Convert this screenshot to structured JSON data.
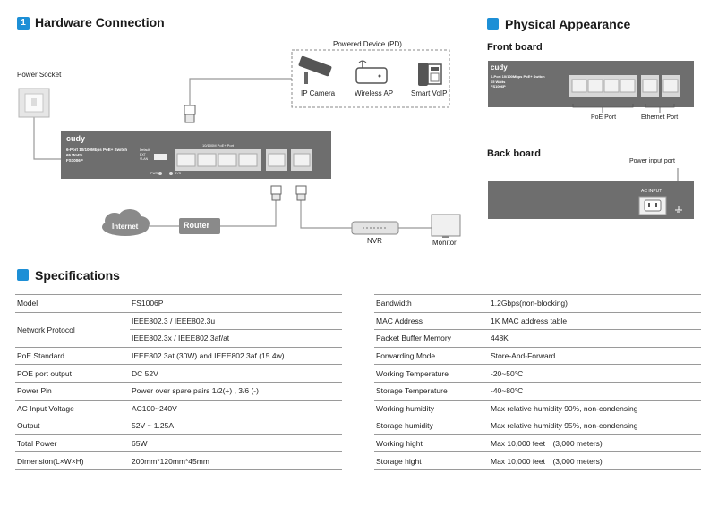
{
  "hardware": {
    "number": "1",
    "title": "Hardware Connection",
    "power_socket": "Power Socket",
    "powered_device": "Powered Device (PD)",
    "ip_camera": "IP Camera",
    "wireless_ap": "Wireless AP",
    "smart_voip": "Smart VoIP",
    "internet": "Internet",
    "router": "Router",
    "nvr": "NVR",
    "monitor": "Monitor",
    "switch": {
      "brand": "cudy",
      "line1": "6-Port 10/100Mbps PoE+ Switch",
      "line2": "65 Watts",
      "model": "FS1006P",
      "poe_label": "10/100M PoE+ Port",
      "modes": [
        "Default",
        "EXT",
        "VLAN"
      ],
      "pwr": "PWR",
      "sys": "SYS"
    }
  },
  "physical": {
    "title": "Physical Appearance",
    "front_board": "Front board",
    "poe_port": "PoE Port",
    "ethernet_port": "Ethernet Port",
    "back_board": "Back board",
    "power_input_port": "Power input port",
    "ac_input": "AC INPUT"
  },
  "specifications": {
    "title": "Specifications",
    "left": [
      {
        "key": "Model",
        "values": [
          "FS1006P"
        ]
      },
      {
        "key": "Network Protocol",
        "values": [
          "IEEE802.3 / IEEE802.3u",
          "IEEE802.3x / IEEE802.3af/at"
        ]
      },
      {
        "key": "PoE Standard",
        "values": [
          "IEEE802.3at (30W) and IEEE802.3af (15.4w)"
        ]
      },
      {
        "key": "POE port output",
        "values": [
          "DC 52V"
        ]
      },
      {
        "key": "Power Pin",
        "values": [
          "Power over spare pairs 1/2(+) , 3/6 (-)"
        ]
      },
      {
        "key": "AC Input Voltage",
        "values": [
          "AC100~240V"
        ]
      },
      {
        "key": "Output",
        "values": [
          "52V ~ 1.25A"
        ]
      },
      {
        "key": "Total Power",
        "values": [
          "65W"
        ]
      },
      {
        "key": "Dimension(L×W×H)",
        "values": [
          "200mm*120mm*45mm"
        ]
      }
    ],
    "right": [
      {
        "key": "Bandwidth",
        "value": "1.2Gbps(non-blocking)"
      },
      {
        "key": "MAC Address",
        "value": "1K MAC address table"
      },
      {
        "key": "Packet Buffer Memory",
        "value": "448K"
      },
      {
        "key": "Forwarding Mode",
        "value": "Store-And-Forward"
      },
      {
        "key": "Working Temperature",
        "value": "-20~50°C"
      },
      {
        "key": "Storage Temperature",
        "value": "-40~80°C"
      },
      {
        "key": "Working humidity",
        "value": "Max relative humidity 90%, non-condensing"
      },
      {
        "key": "Storage humidity",
        "value": "Max relative humidity 95%, non-condensing"
      },
      {
        "key": "Working hight",
        "value": "Max 10,000 feet　(3,000 meters)"
      },
      {
        "key": "Storage hight",
        "value": "Max 10,000 feet　(3,000 meters)"
      }
    ]
  },
  "colors": {
    "accent": "#1d8fd6",
    "device_gray": "#6e6e6e",
    "port_gray": "#cfcfcf"
  }
}
